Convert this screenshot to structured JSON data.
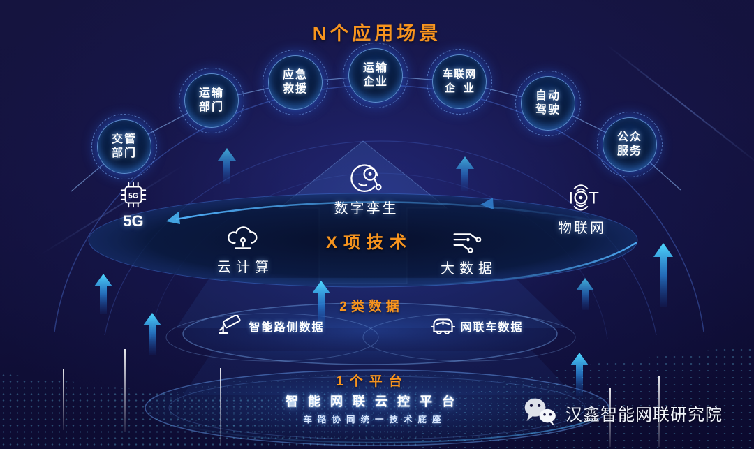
{
  "title": "N个应用场景",
  "scenarios": {
    "items": [
      {
        "lines": [
          "交管",
          "部门"
        ]
      },
      {
        "lines": [
          "运输",
          "部门"
        ]
      },
      {
        "lines": [
          "应急",
          "救援"
        ]
      },
      {
        "lines": [
          "运输",
          "企业"
        ]
      },
      {
        "lines": [
          "车联网",
          "企业"
        ]
      },
      {
        "lines": [
          "自动",
          "驾驶"
        ]
      },
      {
        "lines": [
          "公众",
          "服务"
        ]
      }
    ]
  },
  "tech": {
    "heading": "X项技术",
    "items": {
      "five_g": {
        "icon": "5g-chip-icon",
        "chip_text": "5G",
        "label": "5G"
      },
      "digital_twin": {
        "icon": "robot-head-icon",
        "label": "数字孪生"
      },
      "cloud": {
        "icon": "cloud-computing-icon",
        "label": "云计算"
      },
      "big_data": {
        "icon": "big-data-icon",
        "label": "大数据"
      },
      "iot": {
        "icon": "iot-icon",
        "iot_left": "I",
        "iot_right": "T",
        "label": "物联网"
      }
    }
  },
  "data_layer": {
    "heading": "2类数据",
    "items": {
      "roadside": {
        "icon": "cctv-camera-icon",
        "label": "智能路侧数据"
      },
      "vehicle": {
        "icon": "connected-car-icon",
        "label": "网联车数据"
      }
    }
  },
  "platform": {
    "heading": "1个平台",
    "name": "智能网联云控平台",
    "subtitle": "车路协同统一技术底座"
  },
  "footer": {
    "icon": "wechat-icon",
    "brand": "汉鑫智能网联研究院"
  },
  "colors": {
    "accent_orange": "#F7941E",
    "background_navy": "#12113B",
    "glow_blue": "#2F7DF6",
    "arrow_cyan": "#45C8FF",
    "text_white": "#FFFFFF"
  }
}
